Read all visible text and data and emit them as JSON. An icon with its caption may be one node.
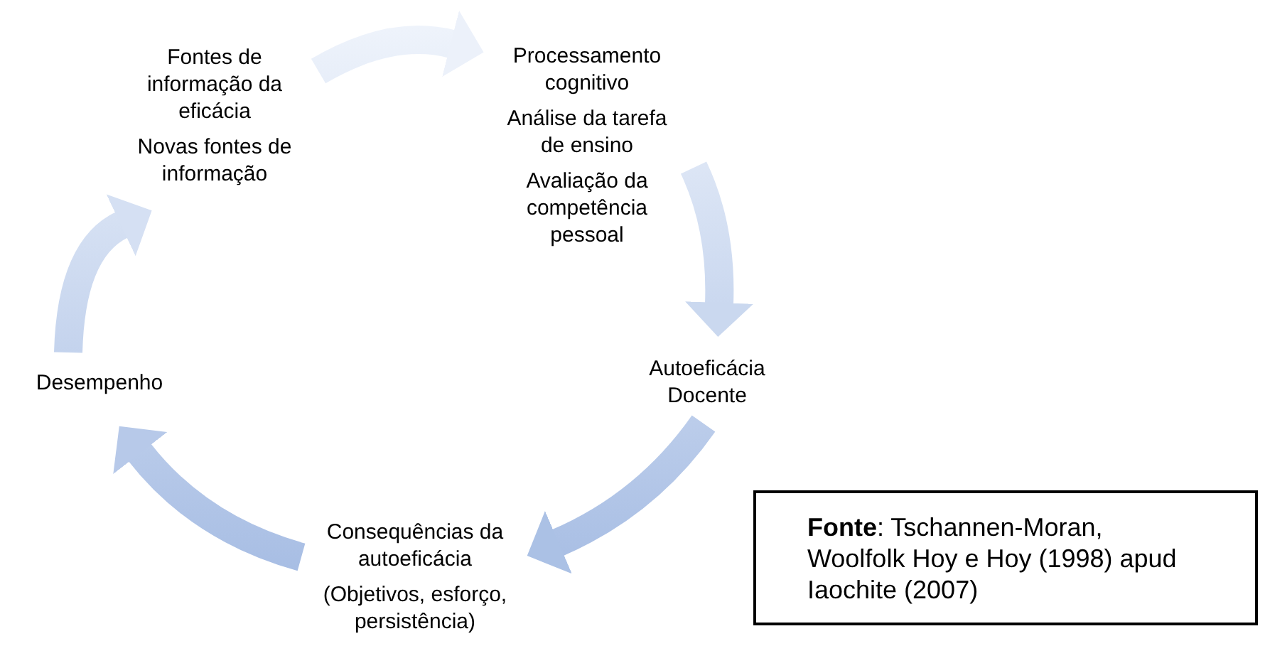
{
  "diagram": {
    "nodes": [
      {
        "text": [
          "Fontes de informação da eficácia",
          "Novas fontes de informação"
        ]
      },
      {
        "text": [
          "Processamento cognitivo",
          "Análise da tarefa de ensino",
          "Avaliação da competência pessoal"
        ]
      },
      {
        "text": [
          "Autoeficácia Docente"
        ]
      },
      {
        "text": [
          "Consequências da autoeficácia",
          "(Objetivos, esforço, persistência)"
        ]
      },
      {
        "text": [
          "Desempenho"
        ]
      },
      {
        "text": [
          "**Fonte**: Tschannen-Moran, Woolfolk Hoy e Hoy (1998) apud Iaochite (2007)"
        ]
      }
    ],
    "edges": [
      {
        "from": 0,
        "to": 1,
        "arrow": "to"
      },
      {
        "from": 1,
        "to": 2,
        "arrow": "to"
      },
      {
        "from": 2,
        "to": 3,
        "arrow": "to"
      },
      {
        "from": 3,
        "to": 4,
        "arrow": "to"
      },
      {
        "from": 4,
        "to": 0,
        "arrow": "to"
      }
    ]
  }
}
